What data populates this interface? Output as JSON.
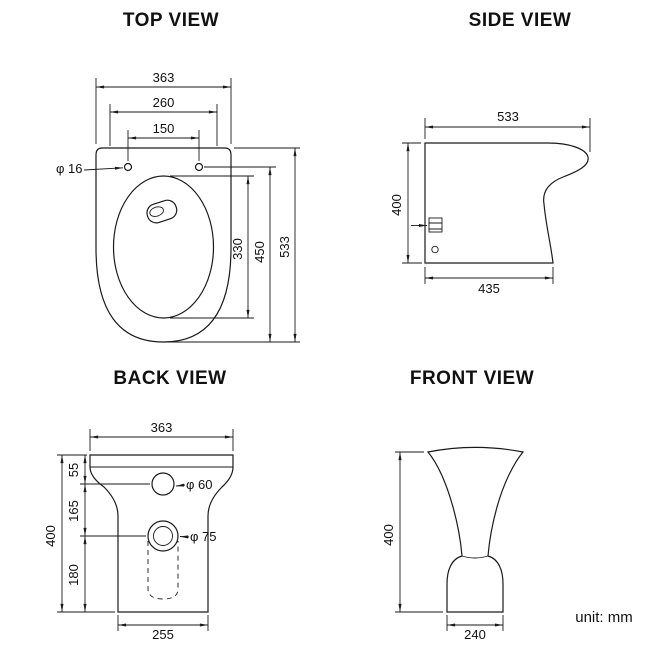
{
  "unit_label": "unit: mm",
  "colors": {
    "ink": "#1a1a1a",
    "background": "#ffffff"
  },
  "views": {
    "top": {
      "title": "TOP VIEW",
      "dim_width_overall": "363",
      "dim_width_seat": "260",
      "dim_hinge_spacing": "150",
      "dim_hinge_hole_dia": "φ 16",
      "dim_bowl_length": "330",
      "dim_seat_length": "450",
      "dim_length_overall": "533"
    },
    "side": {
      "title": "SIDE VIEW",
      "dim_depth_overall": "533",
      "dim_height": "400",
      "dim_base_depth": "435"
    },
    "back": {
      "title": "BACK VIEW",
      "dim_width_overall": "363",
      "dim_top_to_inlet": "55",
      "dim_inlet_to_outlet": "165",
      "dim_outlet_to_floor": "180",
      "dim_height": "400",
      "dim_inlet_dia": "φ 60",
      "dim_outlet_dia": "φ 75",
      "dim_base_width": "255"
    },
    "front": {
      "title": "FRONT VIEW",
      "dim_height": "400",
      "dim_base_width": "240"
    }
  }
}
